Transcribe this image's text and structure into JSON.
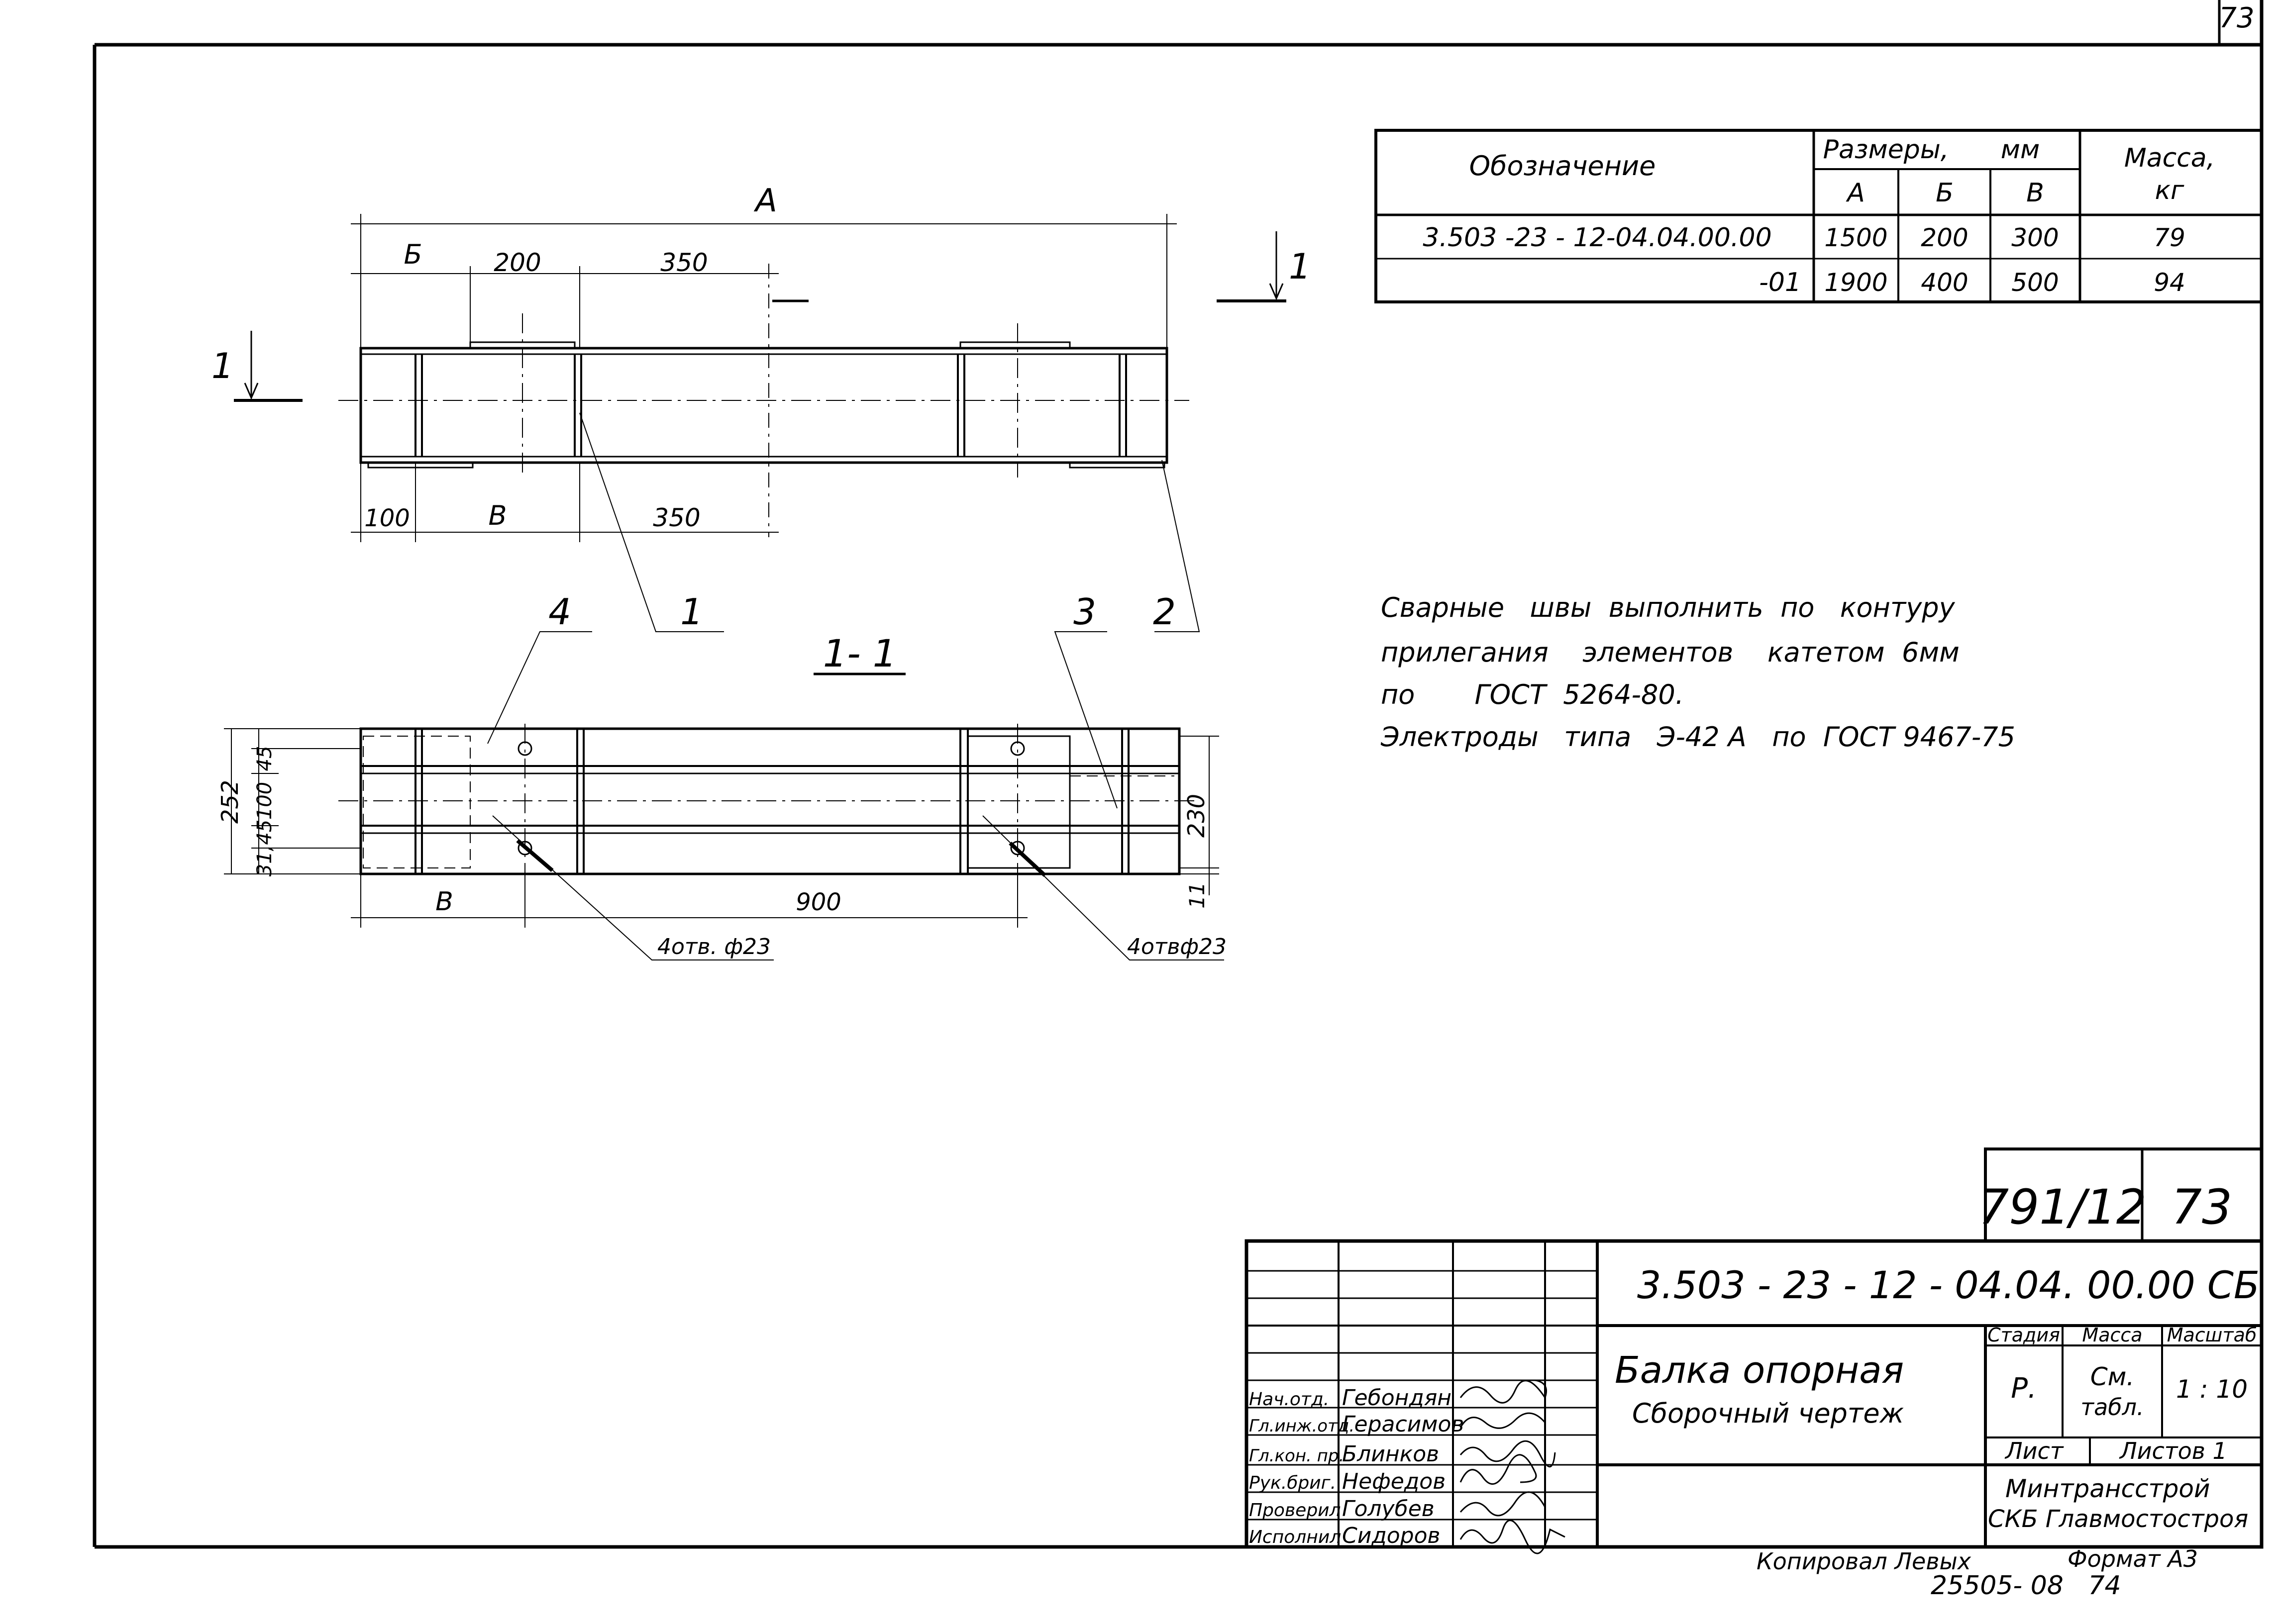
{
  "sheet_corner_number": "73",
  "spec_table": {
    "header_designation": "Обозначение",
    "header_dimensions": "Размеры,",
    "header_units": "мм",
    "header_mass": "Масса,",
    "header_mass_unit": "кг",
    "col_a": "А",
    "col_b": "Б",
    "col_v": "В",
    "rows": [
      {
        "designation": "3.503 -23 - 12-04.04.00.00",
        "a": "1500",
        "b": "200",
        "v": "300",
        "mass": "79"
      },
      {
        "designation": "-01",
        "a": "1900",
        "b": "400",
        "v": "500",
        "mass": "94"
      }
    ]
  },
  "plan_view": {
    "dim_a": "А",
    "dim_b": "Б",
    "dim_200": "200",
    "dim_350_top": "350",
    "dim_100": "100",
    "dim_v": "В",
    "dim_350_bottom": "350",
    "section_mark": "1",
    "part_1": "1",
    "part_2": "2"
  },
  "section_view": {
    "title": "1- 1",
    "part_3": "3",
    "part_4": "4",
    "dim_252": "252",
    "dim_31_45": "31,45",
    "dim_100": "100",
    "dim_45": "45",
    "dim_230": "230",
    "dim_11": "11",
    "dim_v": "В",
    "dim_900": "900",
    "holes_left": "4отв. ф23",
    "holes_right": "4отвф23"
  },
  "notes": [
    "Сварные   швы  выполнить  по   контуру",
    "прилегания    элементов    катетом  6мм",
    "по       ГОСТ  5264-80.",
    "Электроды   типа   Э-42 А   по  ГОСТ 9467-75"
  ],
  "title_block": {
    "top_code": "791/12",
    "top_sheet": "73",
    "designation": "3.503 - 23 - 12 - 04.04. 00.00 СБ",
    "product_name": "Балка  опорная",
    "doc_type": "Сборочный   чертеж",
    "stage_label": "Стадия",
    "mass_label": "Масса",
    "scale_label": "Масштаб",
    "stage_value": "Р.",
    "mass_value_1": "См.",
    "mass_value_2": "табл.",
    "scale_value": "1 : 10",
    "sheet_label": "Лист",
    "sheets_label": "Листов 1",
    "org_1": "Минтрансстрой",
    "org_2": "СКБ Главмостостроя",
    "staff": [
      {
        "role": "Нач.отд.",
        "name": "Гебондян"
      },
      {
        "role": "Гл.инж.отд.",
        "name": "Герасимов"
      },
      {
        "role": "Гл.кон. пр.",
        "name": "Блинков"
      },
      {
        "role": "Рук.бриг.",
        "name": "Нефедов"
      },
      {
        "role": "Проверил",
        "name": "Голубев"
      },
      {
        "role": "Исполнил",
        "name": "Сидоров"
      }
    ]
  },
  "footer": {
    "copied": "Копировал  Левых",
    "format": "Формат А3",
    "archive_no": "25505- 08   74"
  }
}
